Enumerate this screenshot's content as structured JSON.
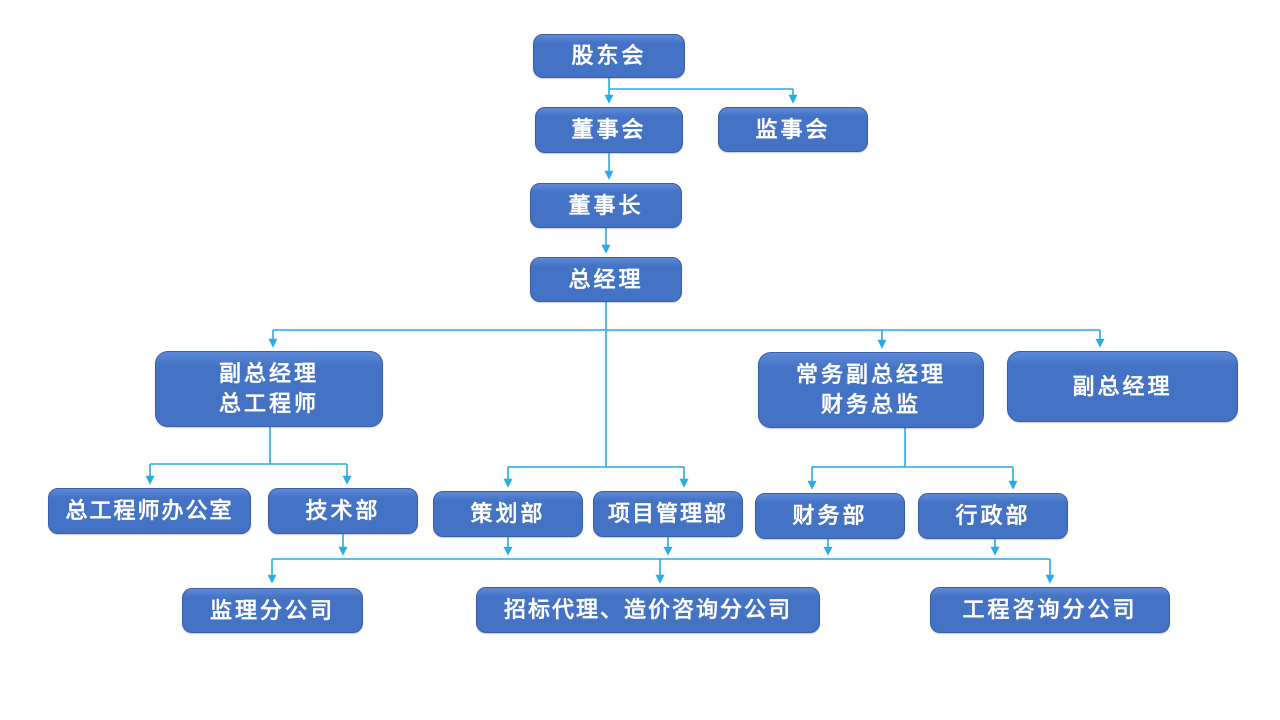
{
  "diagram": {
    "type": "org-chart",
    "colors": {
      "node_fill": "#4472C4",
      "node_border": "#3A5DA9",
      "node_text": "#FFFFFF",
      "connector": "#29ACE4",
      "background": "#FFFFFF"
    },
    "nodes": {
      "shareholders": {
        "label": "股东会"
      },
      "board": {
        "label": "董事会"
      },
      "supervisory": {
        "label": "监事会"
      },
      "chairman": {
        "label": "董事长"
      },
      "gm": {
        "label": "总经理"
      },
      "dgm_chief_engineer": {
        "label": "副总经理\n总工程师"
      },
      "edgm_cfo": {
        "label": "常务副总经理\n财务总监"
      },
      "dgm": {
        "label": "副总经理"
      },
      "chief_engineer_office": {
        "label": "总工程师办公室"
      },
      "tech_dept": {
        "label": "技术部"
      },
      "planning_dept": {
        "label": "策划部"
      },
      "project_mgmt_dept": {
        "label": "项目管理部"
      },
      "finance_dept": {
        "label": "财务部"
      },
      "admin_dept": {
        "label": "行政部"
      },
      "supervision_branch": {
        "label": "监理分公司"
      },
      "bidding_cost_branch": {
        "label": "招标代理、造价咨询分公司"
      },
      "consulting_branch": {
        "label": "工程咨询分公司"
      }
    },
    "edges": [
      {
        "from": "shareholders",
        "to": [
          "board",
          "supervisory"
        ]
      },
      {
        "from": "board",
        "to": [
          "chairman"
        ]
      },
      {
        "from": "chairman",
        "to": [
          "gm"
        ]
      },
      {
        "from": "gm",
        "to": [
          "dgm_chief_engineer",
          "edgm_cfo",
          "dgm",
          "planning_dept",
          "project_mgmt_dept"
        ]
      },
      {
        "from": "dgm_chief_engineer",
        "to": [
          "chief_engineer_office",
          "tech_dept"
        ]
      },
      {
        "from": "edgm_cfo",
        "to": [
          "finance_dept",
          "admin_dept"
        ]
      },
      {
        "from": [
          "tech_dept",
          "planning_dept",
          "project_mgmt_dept",
          "finance_dept",
          "admin_dept"
        ],
        "to": [
          "supervision_branch",
          "bidding_cost_branch",
          "consulting_branch"
        ]
      }
    ]
  }
}
